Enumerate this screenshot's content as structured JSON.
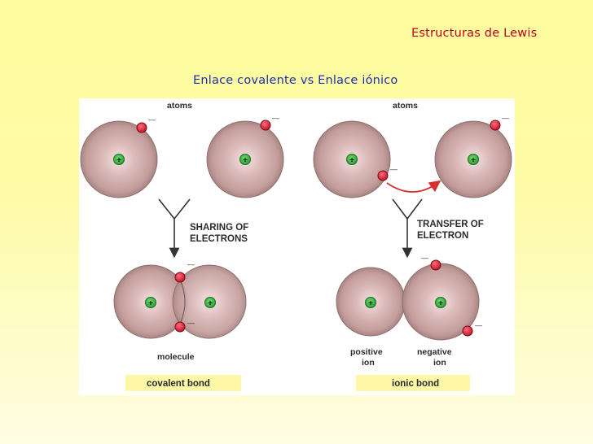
{
  "slide": {
    "header_title": "Estructuras de Lewis",
    "subtitle": "Enlace covalente vs Enlace iónico"
  },
  "diagram": {
    "covalent": {
      "atoms_label": "atoms",
      "process_line1": "SHARING OF",
      "process_line2": "ELECTRONS",
      "result_label": "molecule",
      "bond_label": "covalent bond"
    },
    "ionic": {
      "atoms_label": "atoms",
      "process_line1": "TRANSFER OF",
      "process_line2": "ELECTRON",
      "positive_line1": "positive",
      "positive_line2": "ion",
      "negative_line1": "negative",
      "negative_line2": "ion",
      "bond_label": "ionic bond"
    },
    "symbols": {
      "nucleus": "+",
      "electron_charge": "—"
    },
    "colors": {
      "header_text": "#c0001a",
      "subtitle_text": "#1c2fb0",
      "nucleus_fill": "#3fbf4a",
      "electron_fill": "#e2283c",
      "atom_shell": "#b79090",
      "bond_label_bg": "#fdf7a6",
      "arrow_red": "#d63030"
    }
  }
}
